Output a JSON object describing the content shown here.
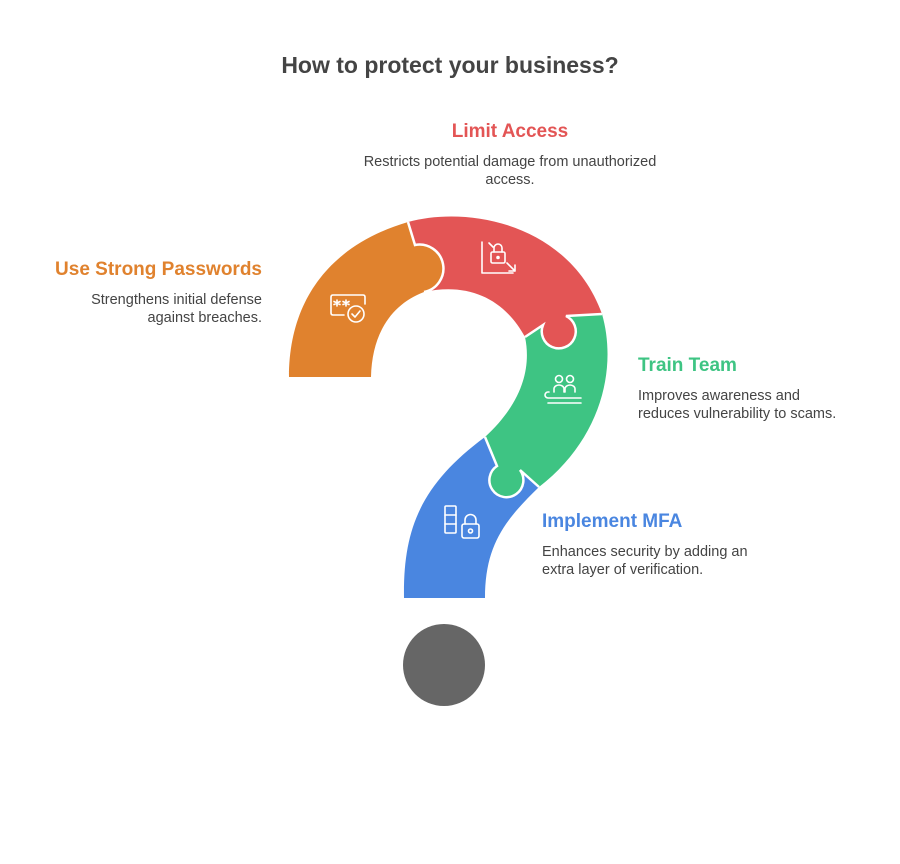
{
  "title": "How to protect your business?",
  "colors": {
    "limit": "#E35555",
    "passwords": "#E0822E",
    "train": "#3EC483",
    "mfa": "#4A86E0",
    "dot": "#666666",
    "text": "#444444"
  },
  "steps": [
    {
      "key": "limit",
      "title": "Limit Access",
      "description": "Restricts potential damage from unauthorized access.",
      "icon": "lock-chart-icon"
    },
    {
      "key": "passwords",
      "title": "Use Strong Passwords",
      "description": "Strengthens initial defense against breaches.",
      "icon": "password-check-icon"
    },
    {
      "key": "train",
      "title": "Train Team",
      "description": "Improves awareness and reduces vulnerability to scams.",
      "icon": "team-icon"
    },
    {
      "key": "mfa",
      "title": "Implement MFA",
      "description": "Enhances security by adding an extra layer of verification.",
      "icon": "mfa-lock-icon"
    }
  ]
}
